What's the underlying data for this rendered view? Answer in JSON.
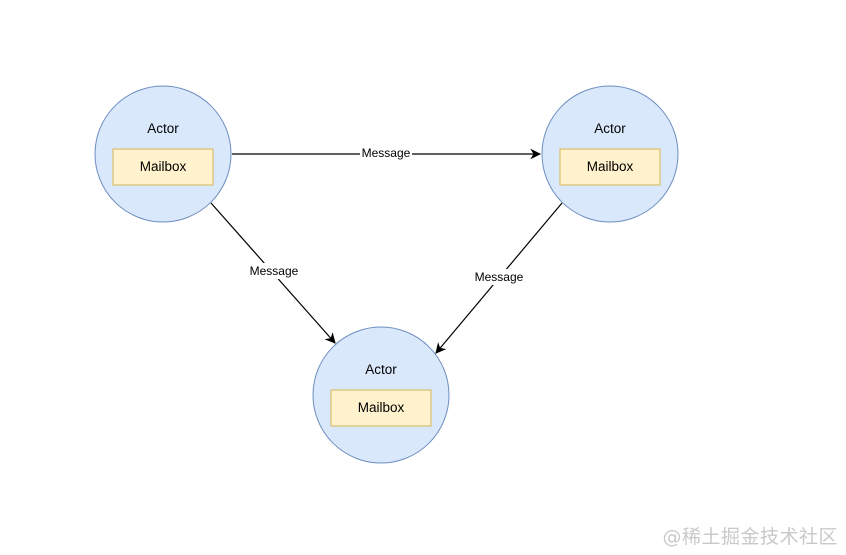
{
  "diagram": {
    "nodes": [
      {
        "id": "actor-left",
        "title": "Actor",
        "inner_label": "Mailbox"
      },
      {
        "id": "actor-right",
        "title": "Actor",
        "inner_label": "Mailbox"
      },
      {
        "id": "actor-bottom",
        "title": "Actor",
        "inner_label": "Mailbox"
      }
    ],
    "edges": [
      {
        "from": "actor-left",
        "to": "actor-right",
        "label": "Message"
      },
      {
        "from": "actor-left",
        "to": "actor-bottom",
        "label": "Message"
      },
      {
        "from": "actor-right",
        "to": "actor-bottom",
        "label": "Message"
      }
    ]
  },
  "colors": {
    "actor_fill": "#dae8fc",
    "actor_stroke": "#6c8ebf",
    "mailbox_fill": "#fff2cc",
    "mailbox_stroke": "#d6b656",
    "edge": "#000000"
  },
  "watermark": "@稀土掘金技术社区"
}
